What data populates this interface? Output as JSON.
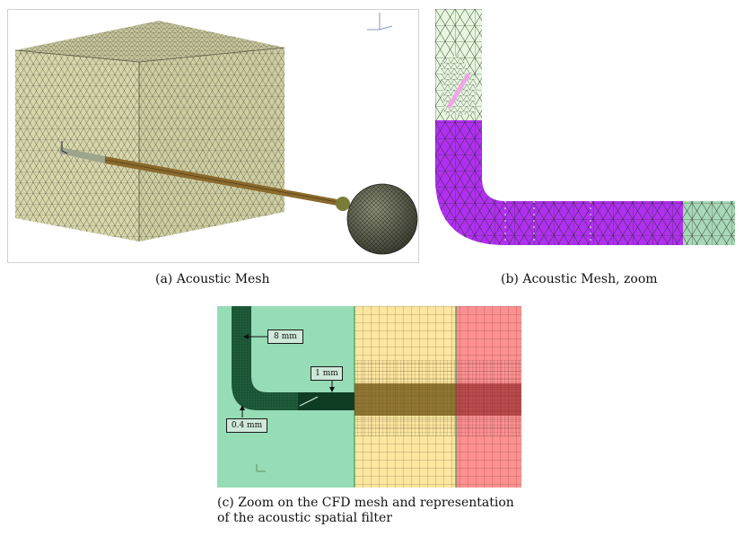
{
  "figure": {
    "panel_a": {
      "caption": "(a) Acoustic Mesh",
      "colors": {
        "box": "#d8d7ab",
        "duct": "#8a6a2c",
        "sphere": "#5a5d48",
        "mesh_line": "#3a3a36"
      },
      "icons": [
        "axis-triad-icon"
      ]
    },
    "panel_b": {
      "caption": "(b) Acoustic Mesh, zoom",
      "colors": {
        "green_region": "#e6f7de",
        "purple_region": "#b030f0",
        "teal_region": "#a8d9b8",
        "filter_strip": "#f0a6e6"
      }
    },
    "panel_c": {
      "caption_line1": "(c) Zoom on the CFD mesh and representation",
      "caption_line2": "of the acoustic spatial filter",
      "labels": {
        "width_label": "8 mm",
        "gap_label": "1 mm",
        "wall_label": "0.4 mm"
      },
      "colors": {
        "green_zone": "#96dcb6",
        "yellow_zone": "#fde7a0",
        "red_zone": "#ff9090",
        "duct": "#1f5c3a"
      },
      "icons": [
        "axis-triad-icon"
      ]
    }
  }
}
